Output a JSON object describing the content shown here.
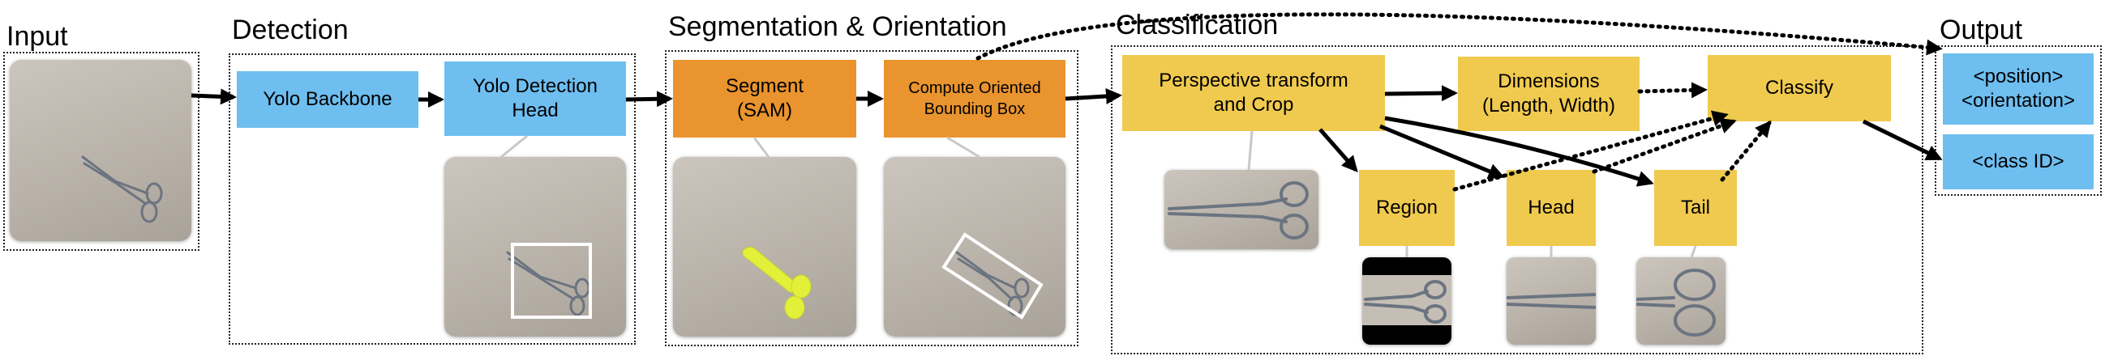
{
  "sections": {
    "input": "Input",
    "detection": "Detection",
    "segmentation": "Segmentation & Orientation",
    "classification": "Classification",
    "output": "Output"
  },
  "boxes": {
    "yolo_backbone": "Yolo Backbone",
    "yolo_head_line1": "Yolo Detection",
    "yolo_head_line2": "Head",
    "segment_line1": "Segment",
    "segment_line2": "(SAM)",
    "obb_line1": "Compute Oriented",
    "obb_line2": "Bounding Box",
    "perspective_line1": "Perspective transform",
    "perspective_line2": "and Crop",
    "dimensions_line1": "Dimensions",
    "dimensions_line2": "(Length, Width)",
    "classify": "Classify",
    "region": "Region",
    "head": "Head",
    "tail": "Tail",
    "output_pos_line1": "<position>",
    "output_pos_line2": "<orientation>",
    "output_class": "<class ID>"
  },
  "colors": {
    "blue": "#6ebef0",
    "orange": "#e9942e",
    "yellow": "#f0ca4f",
    "mask_yellow": "#e3f03a"
  },
  "icons": [
    "forceps-icon"
  ]
}
